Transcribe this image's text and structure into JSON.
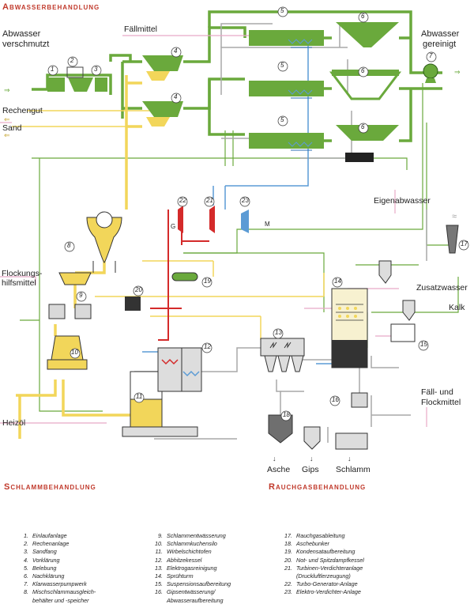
{
  "sections": {
    "wastewater": "Abwasserbehandlung",
    "sludge": "Schlammbehandlung",
    "fluegas": "Rauchgasbehandlung"
  },
  "labels": {
    "raw_water_1": "Abwasser",
    "raw_water_2": "verschmutzt",
    "clean_water_1": "Abwasser",
    "clean_water_2": "gereinigt",
    "screenings": "Rechengut",
    "sand": "Sand",
    "precipitant": "Fällmittel",
    "own_wastewater": "Eigenabwasser",
    "flocculant_1": "Flockungs-",
    "flocculant_2": "hilfsmittel",
    "make_up_water": "Zusatzwasser",
    "lime": "Kalk",
    "precip_floc_1": "Fäll- und",
    "precip_floc_2": "Flockmittel",
    "fuel_oil": "Heizöl",
    "ash": "Asche",
    "gypsum": "Gips",
    "sludge": "Schlamm",
    "generator_g": "G",
    "motor_m": "M"
  },
  "numbers": [
    "1",
    "2",
    "3",
    "4",
    "4",
    "5",
    "5",
    "5",
    "6",
    "6",
    "6",
    "7",
    "8",
    "9",
    "10",
    "11",
    "12",
    "13",
    "14",
    "15",
    "16",
    "17",
    "18",
    "19",
    "20",
    "21",
    "22",
    "23"
  ],
  "legend": {
    "col1": [
      {
        "n": "1.",
        "t": "Einlaufanlage"
      },
      {
        "n": "2.",
        "t": "Rechenanlage"
      },
      {
        "n": "3.",
        "t": "Sandfang"
      },
      {
        "n": "4.",
        "t": "Vorklärung"
      },
      {
        "n": "5.",
        "t": "Belebung"
      },
      {
        "n": "6.",
        "t": "Nachklärung"
      },
      {
        "n": "7.",
        "t": "Klarwasserpumpwerk"
      },
      {
        "n": "8.",
        "t": "Mischschlammausgleich-"
      },
      {
        "n": "",
        "t": "behälter und -speicher"
      }
    ],
    "col2": [
      {
        "n": "9.",
        "t": "Schlammentwässerung"
      },
      {
        "n": "10.",
        "t": "Schlammkuchensilo"
      },
      {
        "n": "11.",
        "t": "Wirbelschichtofen"
      },
      {
        "n": "12.",
        "t": "Abhitzekessel"
      },
      {
        "n": "13.",
        "t": "Elektrogasreinigung"
      },
      {
        "n": "14.",
        "t": "Sprühturm"
      },
      {
        "n": "15.",
        "t": "Suspensionsaufbereitung"
      },
      {
        "n": "16.",
        "t": "Gipsentwässerung/"
      },
      {
        "n": "",
        "t": "Abwasseraufbereitung"
      }
    ],
    "col3": [
      {
        "n": "17.",
        "t": "Rauchgasableitung"
      },
      {
        "n": "18.",
        "t": "Aschebunker"
      },
      {
        "n": "19.",
        "t": "Kondensataufbereitung"
      },
      {
        "n": "20.",
        "t": "Not- und Spitzdampfkessel"
      },
      {
        "n": "21.",
        "t": "Turbinen-Verdichteranlage"
      },
      {
        "n": "",
        "t": "(Druckluftlerzeugung)"
      },
      {
        "n": "22.",
        "t": "Turbo-Generator-Anlage"
      },
      {
        "n": "23.",
        "t": "Elektro-Verdichter-Anlage"
      }
    ]
  },
  "colors": {
    "water": "#6aa93c",
    "sludge": "#f2d65a",
    "gas": "#a8a8a8",
    "steam": "#d42a2a",
    "air": "#5b9bd5",
    "chem": "#e8a9c6",
    "title": "#c0392b"
  }
}
